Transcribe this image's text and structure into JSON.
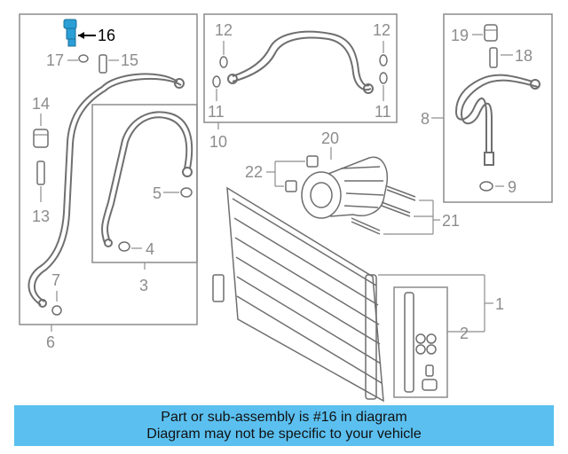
{
  "diagram": {
    "callouts": {
      "c1": "1",
      "c2": "2",
      "c3": "3",
      "c4": "4",
      "c5": "5",
      "c6": "6",
      "c7": "7",
      "c8": "8",
      "c9": "9",
      "c10": "10",
      "c11a": "11",
      "c11b": "11",
      "c12a": "12",
      "c12b": "12",
      "c13": "13",
      "c14": "14",
      "c15": "15",
      "c16": "16",
      "c17": "17",
      "c18": "18",
      "c19": "19",
      "c20": "20",
      "c21": "21",
      "c22": "22"
    },
    "highlighted_part": "16",
    "colors": {
      "highlight": "#2a9fd6",
      "line": "#8c8c8c",
      "banner": "#5bc0f0"
    }
  },
  "banner": {
    "line1": "Part or sub-assembly is #16 in diagram",
    "line2": "Diagram may not be specific to your vehicle"
  }
}
